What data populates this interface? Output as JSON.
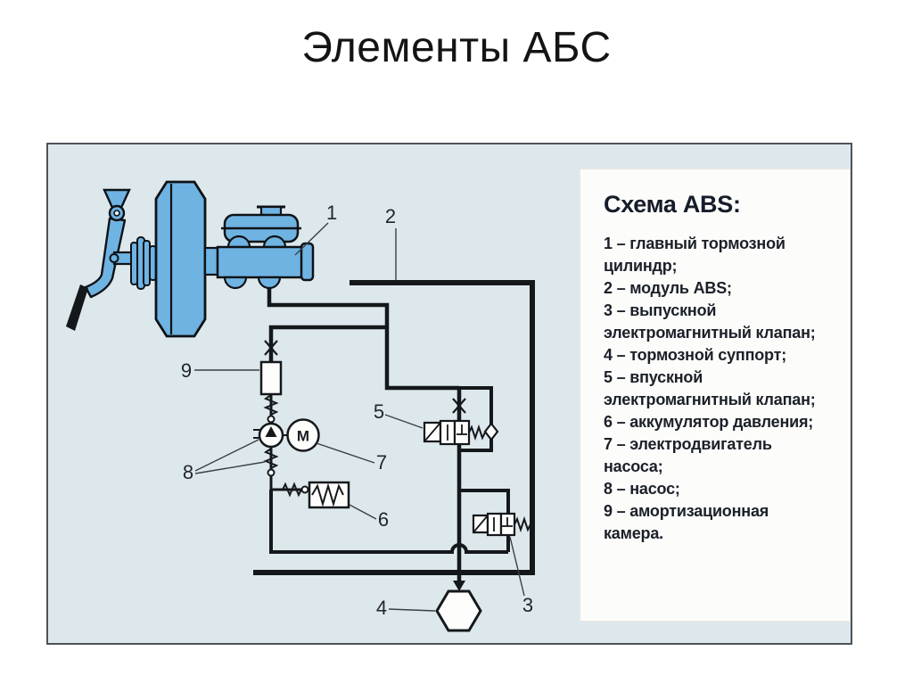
{
  "title": "Элементы АБС",
  "legend": {
    "heading": "Схема ABS:",
    "items": [
      {
        "num": "1",
        "text": "– главный тормозной цилиндр;"
      },
      {
        "num": "2",
        "text": "– модуль ABS;"
      },
      {
        "num": "3",
        "text": "– выпускной электромагнитный клапан;"
      },
      {
        "num": "4",
        "text": "– тормозной суппорт;"
      },
      {
        "num": "5",
        "text": "– впускной электромагнитный клапан;"
      },
      {
        "num": "6",
        "text": "– аккумулятор давления;"
      },
      {
        "num": "7",
        "text": "– электродвигатель насоса;"
      },
      {
        "num": "8",
        "text": "– насос;"
      },
      {
        "num": "9",
        "text": "– амортизационная камера."
      }
    ]
  },
  "diagram": {
    "callouts": {
      "c1": "1",
      "c2": "2",
      "c3": "3",
      "c4": "4",
      "c5": "5",
      "c6": "6",
      "c7": "7",
      "c8": "8",
      "c9": "9"
    },
    "motor_label": "M"
  },
  "colors": {
    "panel_background": "#dde8ed",
    "panel_border": "#4d5358",
    "legend_background": "#fcfcfa",
    "component_blue": "#6fb3e3",
    "line_black": "#15181b",
    "text_dark": "#1b2029"
  }
}
